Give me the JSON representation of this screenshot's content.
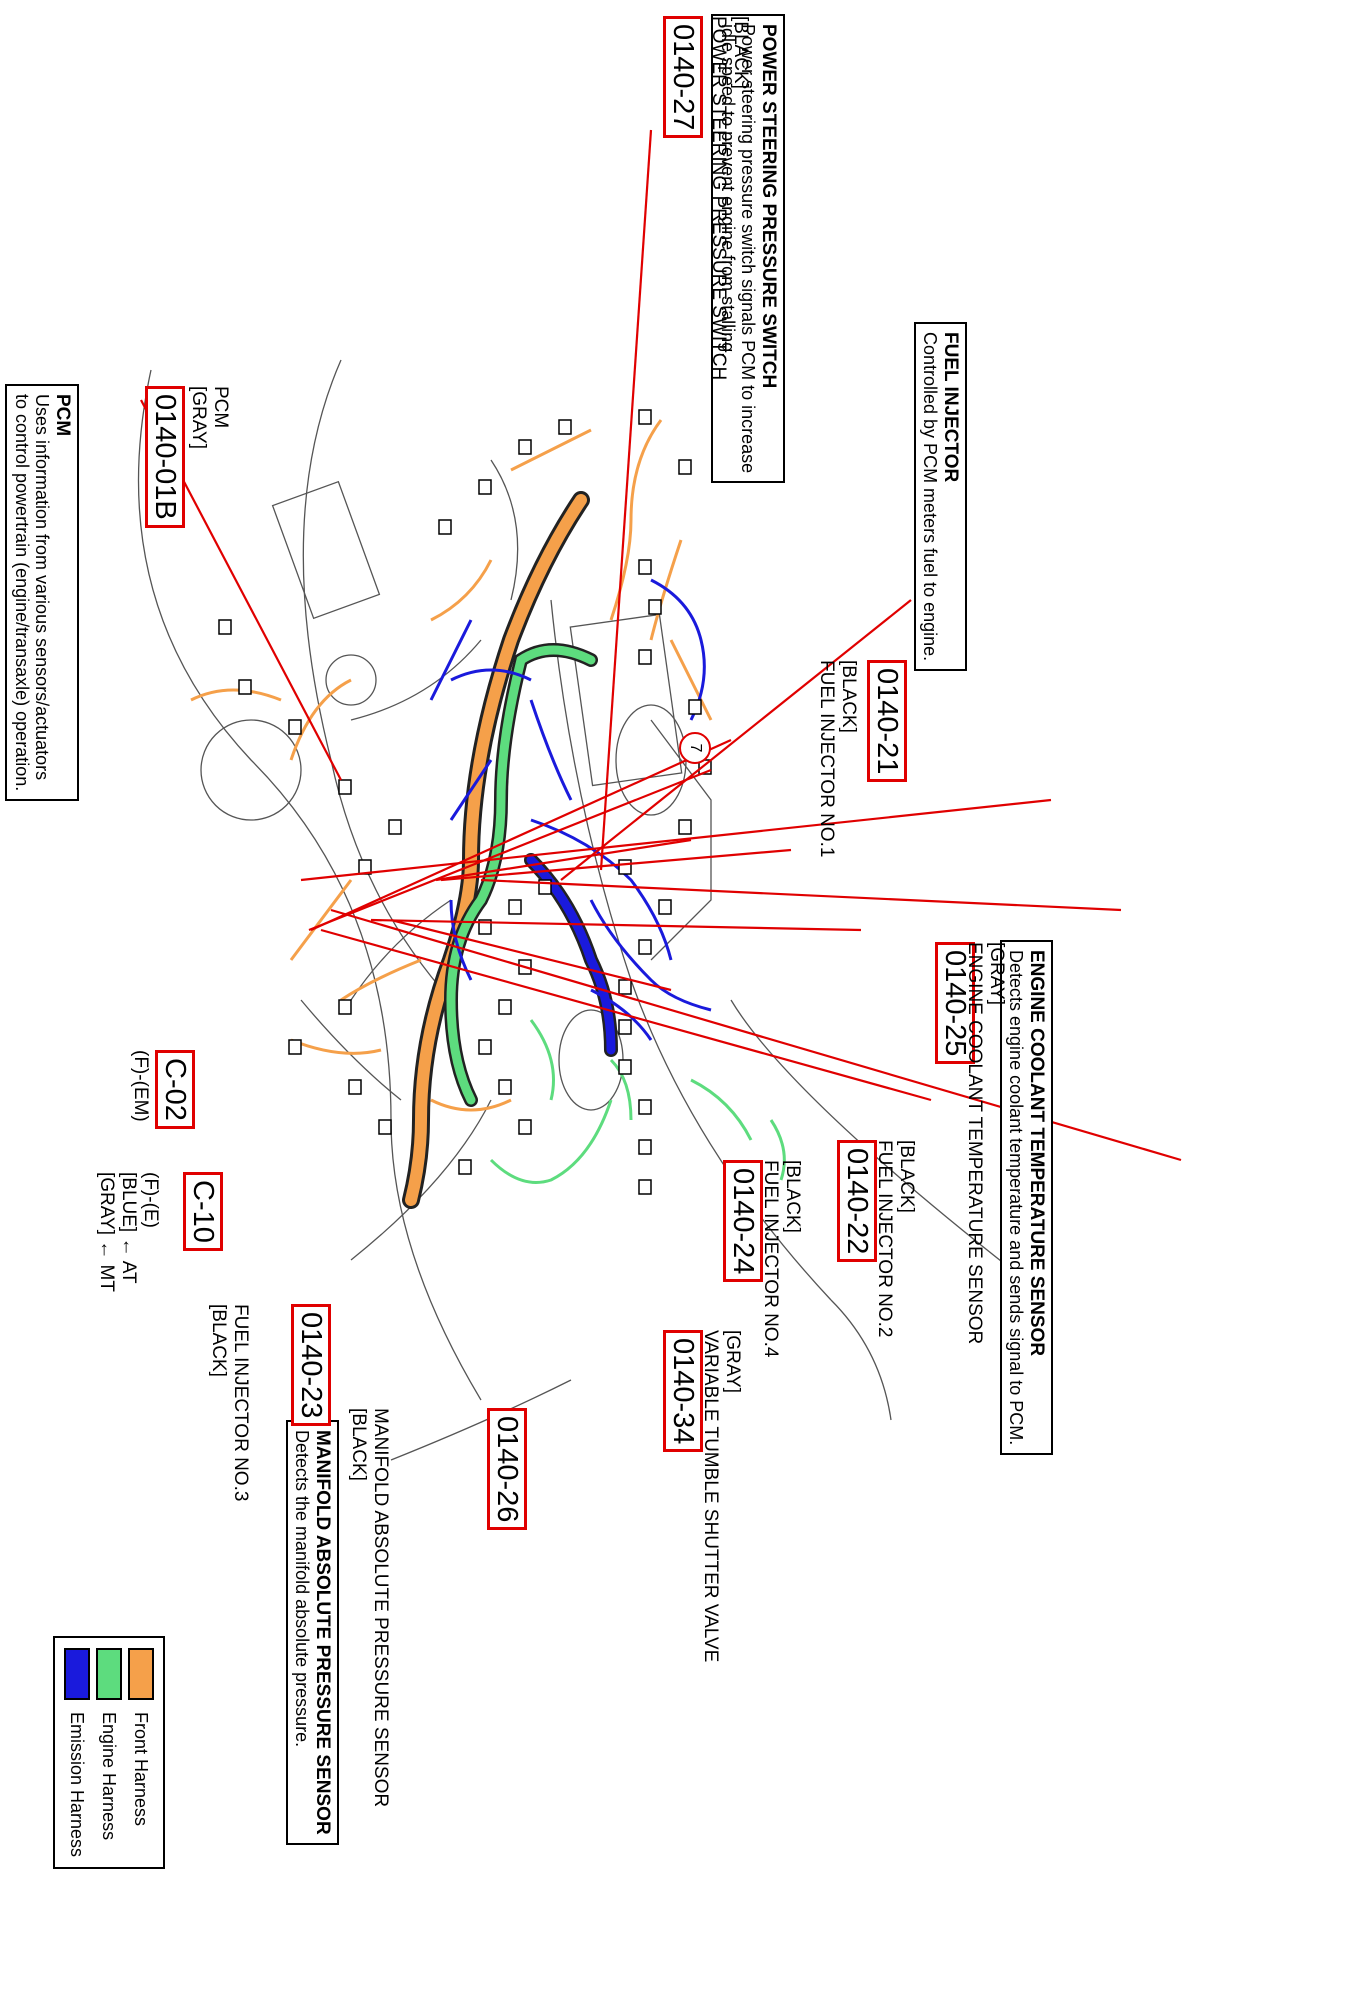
{
  "legend": {
    "items": [
      {
        "label": "Front Harness",
        "color": "#f5a04a"
      },
      {
        "label": "Engine Harness",
        "color": "#5ddc7e"
      },
      {
        "label": "Emission Harness",
        "color": "#1a1adc"
      }
    ]
  },
  "descriptions": {
    "power_steering": {
      "title": "POWER STEERING PRESSURE SWITCH",
      "line1": "Power steering pressure switch signals PCM to increase",
      "line2": "idle speed to prevent engine from stalling."
    },
    "fuel_injector": {
      "title": "FUEL INJECTOR",
      "line1": "Controlled by PCM meters fuel to engine."
    },
    "engine_coolant": {
      "title": "ENGINE COOLANT TEMPERATURE SENSOR",
      "line1": "Detects engine coolant temperature and sends signal to PCM."
    },
    "pcm": {
      "title": "PCM",
      "line1": "Uses information from various sensors/actuators",
      "line2": "to control powertrain (engine/transaxle) operation."
    },
    "manifold": {
      "title": "MANIFOLD ABSOLUTE PRESSURE SENSOR",
      "line1": "Detects the manifold absolute pressure."
    }
  },
  "connectors": {
    "c0140_27": {
      "code": "0140-27",
      "color": "[BLACK]",
      "name": "POWER STEERING PRESSURE SWITCH"
    },
    "c0140_01b": {
      "code": "0140-01B",
      "name": "PCM",
      "color": "[GRAY]"
    },
    "c0140_21": {
      "code": "0140-21",
      "color": "[BLACK]",
      "name": "FUEL INJECTOR NO.1"
    },
    "c0140_25": {
      "code": "0140-25",
      "color": "[GRAY]",
      "name": "ENGINE COOLANT TEMPERATURE SENSOR"
    },
    "c0140_22": {
      "code": "0140-22",
      "color": "[BLACK]",
      "name": "FUEL INJECTOR NO.2"
    },
    "c0140_24": {
      "code": "0140-24",
      "color": "[BLACK]",
      "name": "FUEL INJECTOR NO.4"
    },
    "c0140_34": {
      "code": "0140-34",
      "color": "[GRAY]",
      "name": "VARIABLE TUMBLE SHUTTER VALVE"
    },
    "c0140_26": {
      "code": "0140-26",
      "name": "MANIFOLD ABSOLUTE PRESSURE SENSOR",
      "color": "[BLACK]"
    },
    "c0140_23": {
      "code": "0140-23",
      "name": "FUEL INJECTOR NO.3",
      "color": "[BLACK]"
    },
    "c02": {
      "code": "C-02",
      "sub": "(F)-(EM)"
    },
    "c10": {
      "code": "C-10",
      "sub1": "(F)-(E)",
      "sub2": "[BLUE]",
      "sub2b": "← AT",
      "sub3": "[GRAY]",
      "sub3b": "← MT"
    }
  },
  "callout_number": "7"
}
